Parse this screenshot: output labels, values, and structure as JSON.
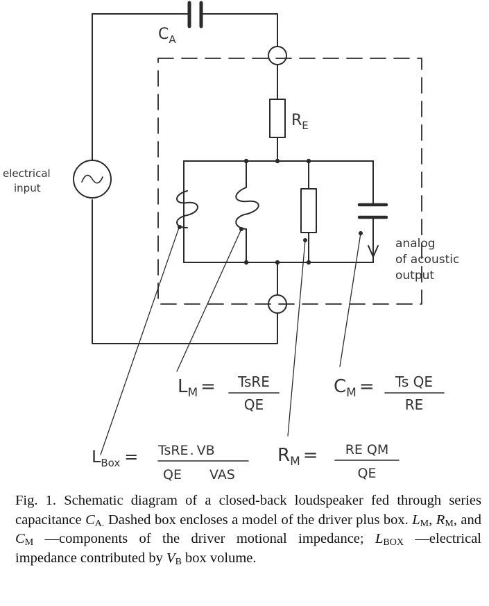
{
  "labels": {
    "ca_main": "C",
    "ca_sub": "A",
    "re_main": "R",
    "re_sub": "E",
    "input_line1": "electrical",
    "input_line2": "input",
    "analog_line1": "analog",
    "analog_line2": "of acoustic",
    "analog_line3": "output"
  },
  "formulas": {
    "lm": {
      "lhs_main": "L",
      "lhs_sub": "M",
      "eq": "=",
      "num": "TsRE",
      "den": "QE"
    },
    "cm": {
      "lhs_main": "C",
      "lhs_sub": "M",
      "eq": "=",
      "num": "Ts QE",
      "den": "RE"
    },
    "lbox": {
      "lhs_main": "L",
      "lhs_sub": "Box",
      "eq": "=",
      "num1": "TsRE",
      "dot": ".",
      "num2": "VB",
      "den1": "QE",
      "den2": "VAS"
    },
    "rm": {
      "lhs_main": "R",
      "lhs_sub": "M",
      "eq": "=",
      "num": "RE QM",
      "den": "QE"
    }
  },
  "caption": {
    "p1": "Fig. 1. Schematic diagram of a closed-back loudspeaker fed through series capacitance ",
    "ca_var": "C",
    "ca_sub": "A.",
    "p2": " Dashed box encloses a model of the driver plus box. ",
    "lm_var": "L",
    "lm_sub": "M",
    "p3": ", ",
    "rm_var": "R",
    "rm_sub": "M",
    "p4": ", and ",
    "cm_var": "C",
    "cm_sub": "M",
    "p5": " —components of the driver motional impedance; ",
    "lbox_var": "L",
    "lbox_sub": "BOX",
    "p6": " —electrical impedance contributed by ",
    "vb_var": "V",
    "vb_sub": "B",
    "p7": " box volume."
  }
}
